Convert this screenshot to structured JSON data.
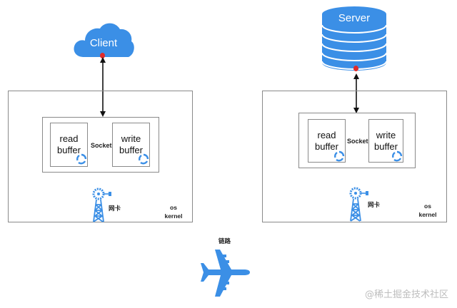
{
  "colors": {
    "accent": "#3b8fe6",
    "connector": "#e02b2b",
    "border": "#8a8a8a",
    "text": "#111111",
    "watermark": "#bdbdbd"
  },
  "client": {
    "icon": "cloud-icon",
    "label": "Client",
    "host": {
      "socket_label": "Socket",
      "read_buffer": {
        "line1": "read",
        "line2": "buffer"
      },
      "write_buffer": {
        "line1": "write",
        "line2": "buffer"
      },
      "nic_label": "网卡",
      "kernel_label": {
        "line1": "os",
        "line2": "kernel"
      }
    }
  },
  "server": {
    "icon": "database-icon",
    "label": "Server",
    "host": {
      "socket_label": "Socket",
      "read_buffer": {
        "line1": "read",
        "line2": "buffer"
      },
      "write_buffer": {
        "line1": "write",
        "line2": "buffer"
      },
      "nic_label": "网卡",
      "kernel_label": {
        "line1": "os",
        "line2": "kernel"
      }
    }
  },
  "link": {
    "label": "链路",
    "icon": "airplane-icon"
  },
  "watermark": "@稀土掘金技术社区"
}
